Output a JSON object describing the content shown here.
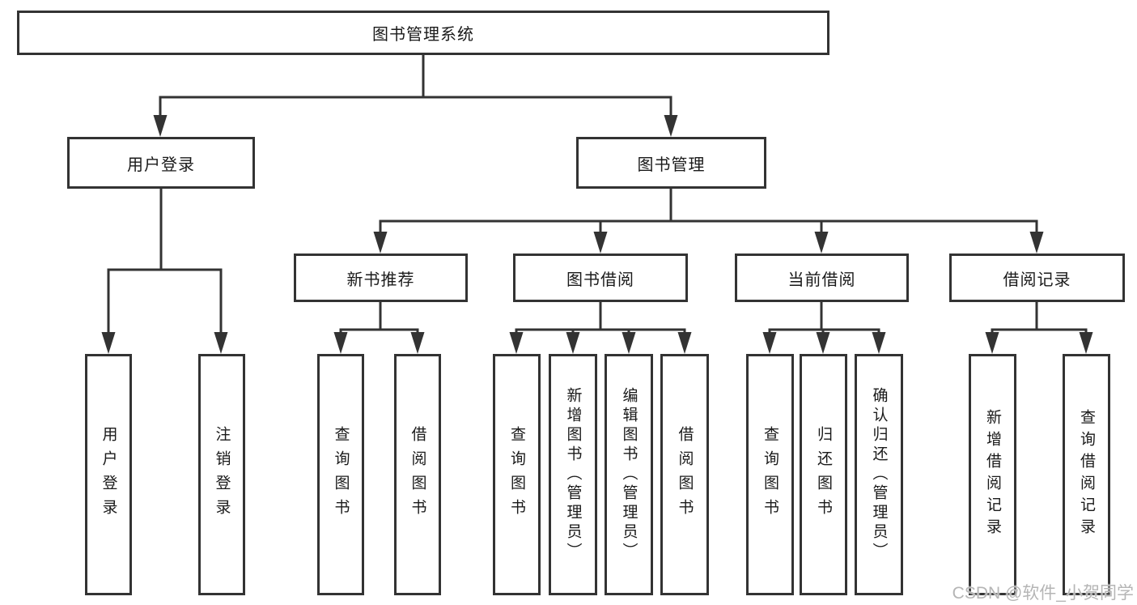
{
  "tree": {
    "label": "图书管理系统",
    "children": [
      {
        "label": "用户登录",
        "children": [
          {
            "label": "用户登录"
          },
          {
            "label": "注销登录"
          }
        ]
      },
      {
        "label": "图书管理",
        "children": [
          {
            "label": "新书推荐",
            "children": [
              {
                "label": "查询图书"
              },
              {
                "label": "借阅图书"
              }
            ]
          },
          {
            "label": "图书借阅",
            "children": [
              {
                "label": "查询图书"
              },
              {
                "label": "新增图书（管理员）"
              },
              {
                "label": "编辑图书（管理员）"
              },
              {
                "label": "借阅图书"
              }
            ]
          },
          {
            "label": "当前借阅",
            "children": [
              {
                "label": "查询图书"
              },
              {
                "label": "归还图书"
              },
              {
                "label": "确认归还（管理员）"
              }
            ]
          },
          {
            "label": "借阅记录",
            "children": [
              {
                "label": "新增借阅记录"
              },
              {
                "label": "查询借阅记录"
              }
            ]
          }
        ]
      }
    ]
  },
  "watermark": "CSDN @软件_小贺同学",
  "colors": {
    "line": "#333333",
    "text": "#1a1a1a",
    "background": "#ffffff",
    "watermark": "#b5b5b5"
  }
}
